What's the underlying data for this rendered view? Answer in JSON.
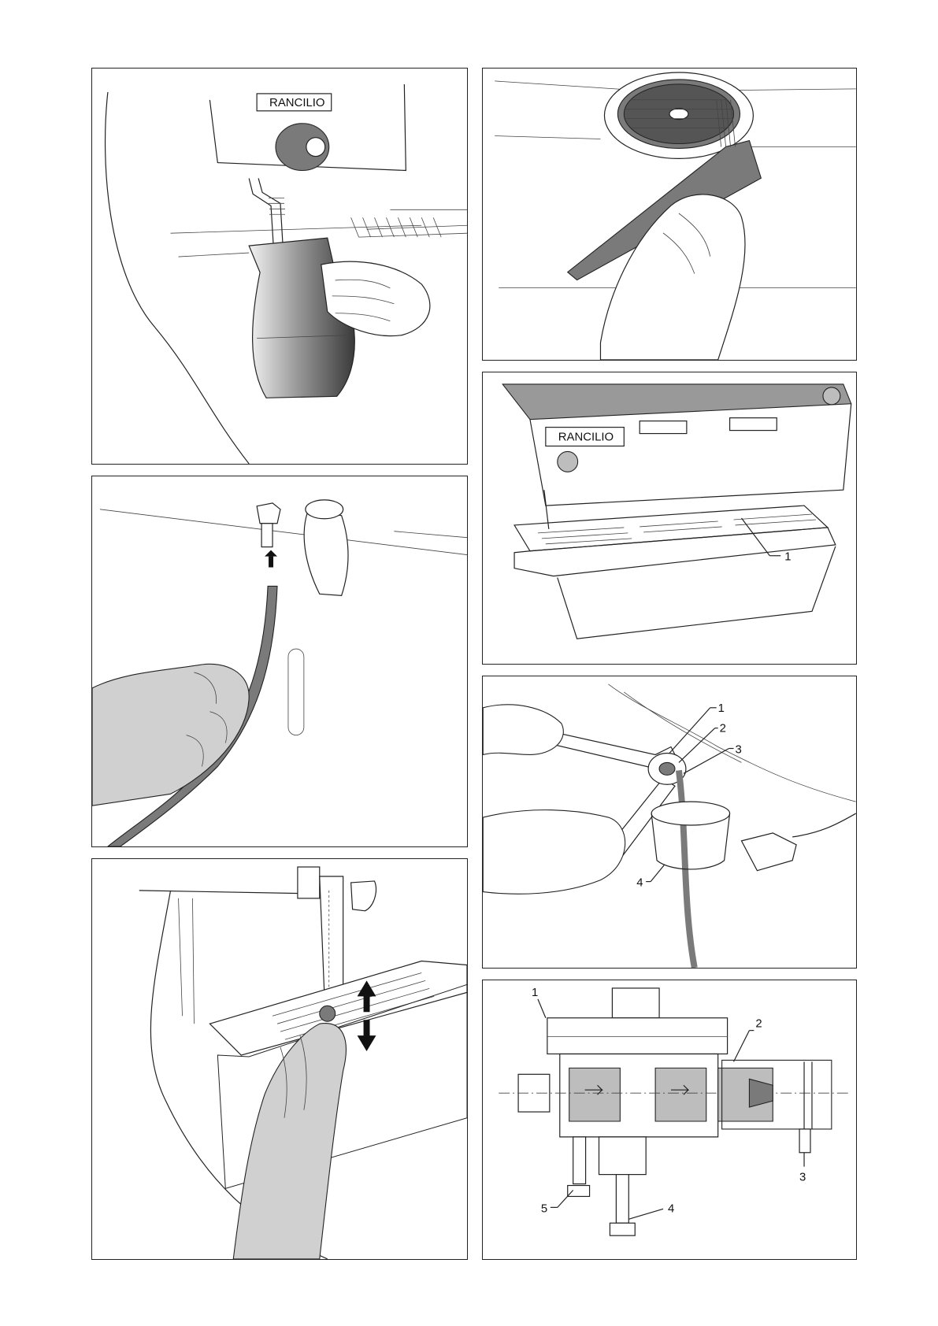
{
  "document": {
    "brand_logo": "RANCILIO"
  },
  "panels": [
    {
      "id": "steam-wand-milk-jug"
    },
    {
      "id": "filter-basket-cleaning"
    },
    {
      "id": "drip-tray",
      "callouts": [
        "1"
      ]
    },
    {
      "id": "water-hose-connection"
    },
    {
      "id": "pump-fitting-wrench",
      "callouts": [
        "1",
        "2",
        "3",
        "4"
      ]
    },
    {
      "id": "steam-wand-nozzle"
    },
    {
      "id": "pump-cross-section",
      "callouts": [
        "1",
        "2",
        "3",
        "4",
        "5"
      ]
    }
  ],
  "colors": {
    "border": "#222222",
    "shade_light": "#bdbdbd",
    "shade_dark": "#7a7a7a",
    "hand": "#d0d0d0"
  }
}
